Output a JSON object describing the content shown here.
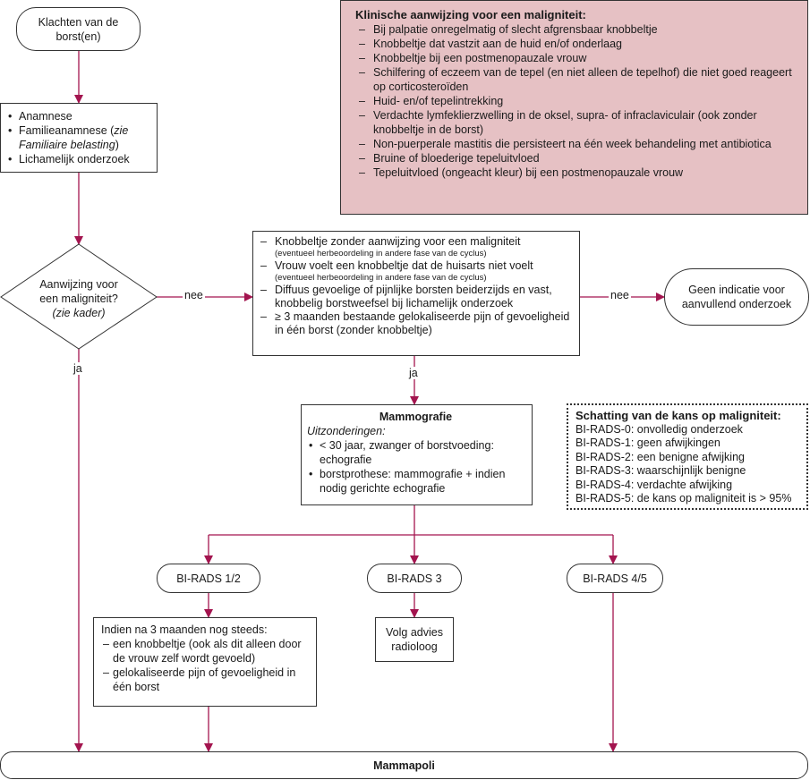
{
  "colors": {
    "line": "#a3154f",
    "box_border": "#333333",
    "shaded_box": "#e6c1c4"
  },
  "start": {
    "text": "Klachten van de borst(en)"
  },
  "assessment": {
    "items": [
      {
        "text": "Anamnese"
      },
      {
        "text": "Familieanamnese (",
        "italic": "zie Familiaire belasting",
        "after": ")"
      },
      {
        "text": "Lichamelijk onderzoek"
      }
    ]
  },
  "malignancy_box": {
    "title": "Klinische aanwijzing voor een maligniteit:",
    "items": [
      "Bij palpatie onregelmatig of slecht afgrensbaar knobbeltje",
      "Knobbeltje dat vastzit aan de huid en/of onderlaag",
      "Knobbeltje bij een postmenopauzale vrouw",
      "Schilfering of eczeem van de tepel (en niet alleen de tepelhof) die niet goed reageert op corticosteroïden",
      "Huid- en/of tepelintrekking",
      "Verdachte lymfeklierzwelling in de oksel, supra- of infraclaviculair (ook zonder knobbeltje in de borst)",
      "Non-puerperale mastitis die persisteert na één week behandeling met antibiotica",
      "Bruine of bloederige tepeluitvloed",
      "Tepeluitvloed (ongeacht kleur) bij een postmenopauzale vrouw"
    ]
  },
  "decision": {
    "line1": "Aanwijzing voor",
    "line2": "een maligniteit?",
    "line3": "(zie kader)"
  },
  "labels": {
    "nee1": "nee",
    "nee2": "nee",
    "ja1": "ja",
    "ja2": "ja"
  },
  "no_signs_box": {
    "items": [
      {
        "text": "Knobbeltje zonder aanwijzing voor een maligniteit",
        "note": "(eventueel herbeoordeling in andere fase van de cyclus)"
      },
      {
        "text": "Vrouw voelt een knobbeltje dat de huisarts niet voelt",
        "note": "(eventueel herbeoordeling in andere fase van de cyclus)"
      },
      {
        "text": "Diffuus gevoelige of pijnlijke borsten beiderzijds en vast, knobbelig borstweefsel bij lichamelijk onderzoek",
        "note": ""
      },
      {
        "text": "≥ 3 maanden bestaande gelokaliseerde pijn of gevoeligheid in één borst (zonder knobbeltje)",
        "note": ""
      }
    ]
  },
  "no_indication": {
    "text": "Geen indicatie voor aanvullend onderzoek"
  },
  "mammography": {
    "title": "Mammografie",
    "subtitle": "Uitzonderingen:",
    "items": [
      "< 30 jaar, zwanger of borstvoeding: echografie",
      "borstprothese: mammografie + indien nodig gerichte echografie"
    ]
  },
  "birads_box": {
    "title": "Schatting van de kans op maligniteit:",
    "rows": [
      "BI-RADS-0: onvolledig onderzoek",
      "BI-RADS-1: geen afwijkingen",
      "BI-RADS-2: een benigne afwijking",
      "BI-RADS-3: waarschijnlijk benigne",
      "BI-RADS-4: verdachte afwijking",
      "BI-RADS-5: de kans op maligniteit is > 95%"
    ]
  },
  "branches": {
    "b12": "BI-RADS 1/2",
    "b3": "BI-RADS 3",
    "b45": "BI-RADS 4/5"
  },
  "followup": {
    "intro": "Indien na 3 maanden nog steeds:",
    "items": [
      "een knobbeltje (ook als dit alleen door de vrouw zelf wordt gevoeld)",
      "gelokaliseerde pijn of gevoeligheid in één borst"
    ]
  },
  "radiologist": {
    "text": "Volg advies radioloog"
  },
  "end": {
    "text": "Mammapoli"
  }
}
